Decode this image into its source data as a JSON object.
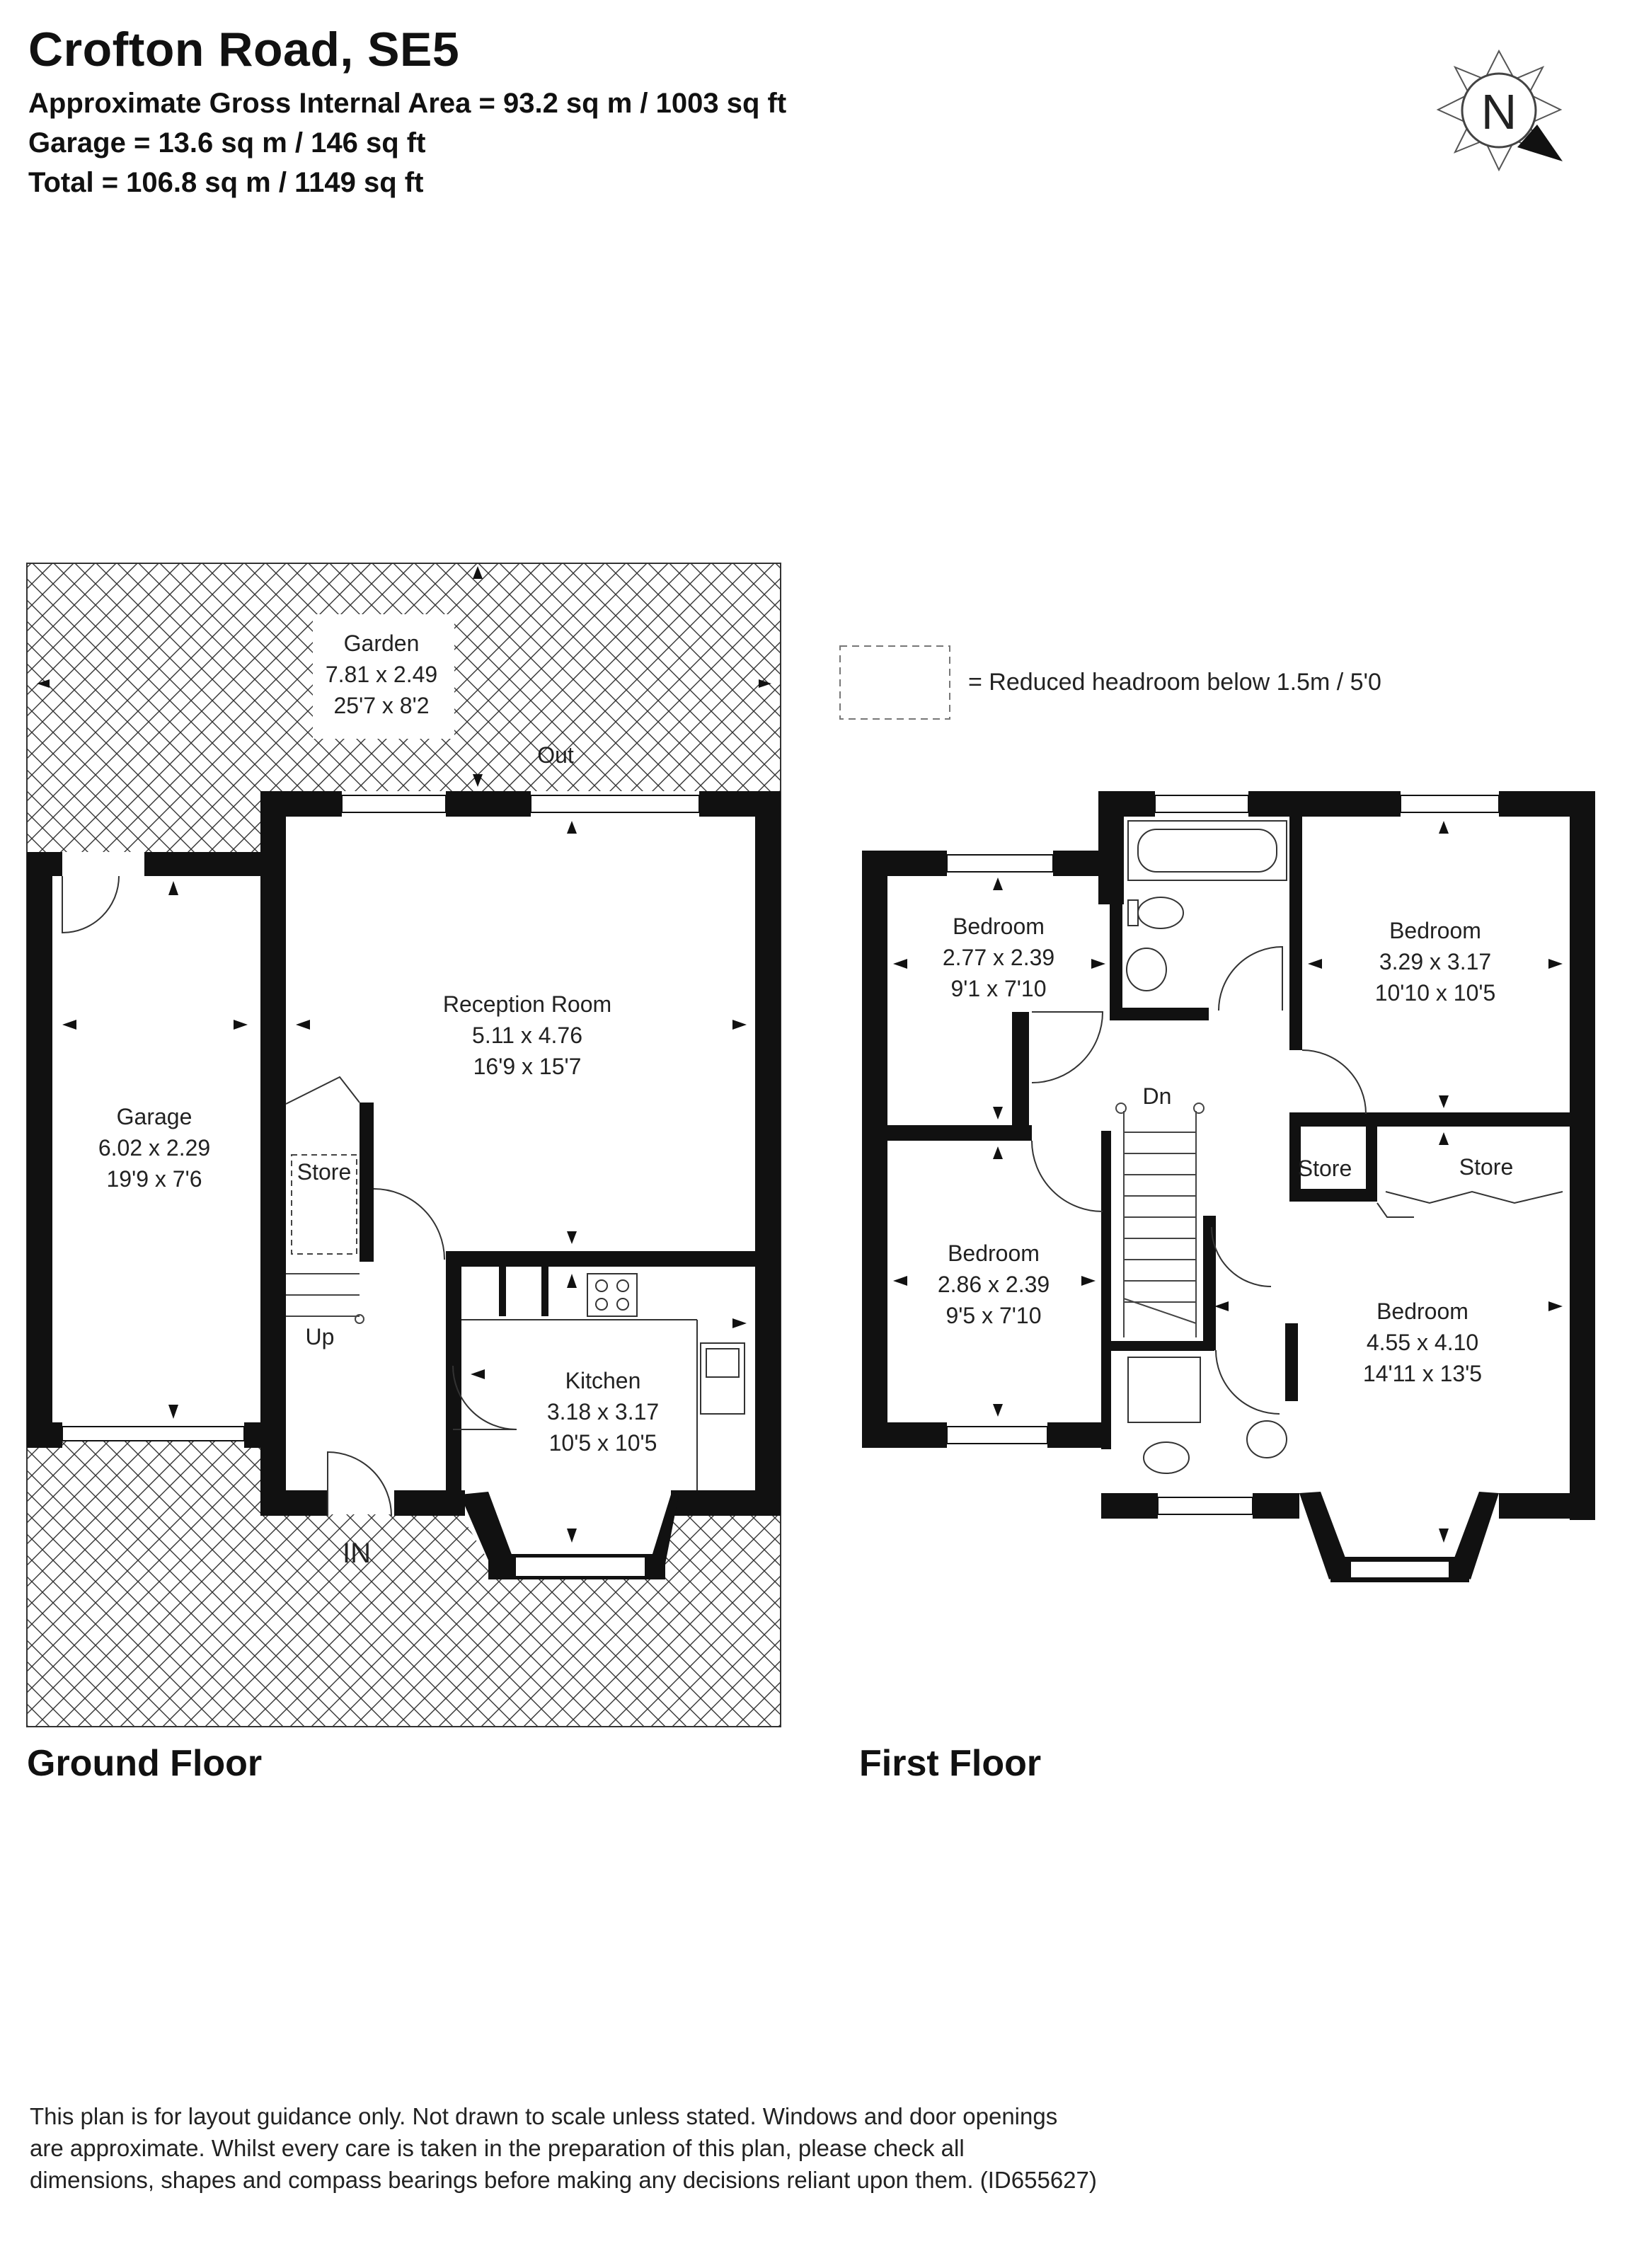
{
  "title": "Crofton Road, SE5",
  "areas": [
    "Approximate Gross Internal Area = 93.2 sq m / 1003 sq ft",
    "Garage = 13.6 sq m / 146 sq ft",
    "Total = 106.8 sq m / 1149 sq ft"
  ],
  "compass": {
    "label": "N"
  },
  "legend": {
    "text": "= Reduced headroom below 1.5m / 5'0"
  },
  "ground_floor": {
    "label": "Ground Floor",
    "rooms": {
      "garden": {
        "name": "Garden",
        "metric": "7.81 x 2.49",
        "imperial": "25'7 x 8'2"
      },
      "garage": {
        "name": "Garage",
        "metric": "6.02 x 2.29",
        "imperial": "19'9 x 7'6"
      },
      "reception": {
        "name": "Reception Room",
        "metric": "5.11 x 4.76",
        "imperial": "16'9 x 15'7"
      },
      "kitchen": {
        "name": "Kitchen",
        "metric": "3.18 x 3.17",
        "imperial": "10'5 x 10'5"
      },
      "store": {
        "name": "Store"
      }
    },
    "labels": {
      "out": "Out",
      "up": "Up",
      "in": "IN"
    }
  },
  "first_floor": {
    "label": "First Floor",
    "rooms": {
      "bedroom_nw": {
        "name": "Bedroom",
        "metric": "2.77 x 2.39",
        "imperial": "9'1 x 7'10"
      },
      "bedroom_ne": {
        "name": "Bedroom",
        "metric": "3.29 x 3.17",
        "imperial": "10'10 x 10'5"
      },
      "bedroom_sw": {
        "name": "Bedroom",
        "metric": "2.86 x 2.39",
        "imperial": "9'5 x 7'10"
      },
      "bedroom_se": {
        "name": "Bedroom",
        "metric": "4.55 x 4.10",
        "imperial": "14'11 x 13'5"
      },
      "store_small": {
        "name": "Store"
      },
      "store_large": {
        "name": "Store"
      }
    },
    "labels": {
      "dn": "Dn"
    }
  },
  "disclaimer": [
    "This plan is for layout guidance only. Not drawn to scale unless stated. Windows and door openings",
    "are approximate. Whilst every care is taken in the preparation of this plan, please check all",
    "dimensions, shapes and compass bearings before making any decisions reliant upon them. (ID655627)"
  ]
}
